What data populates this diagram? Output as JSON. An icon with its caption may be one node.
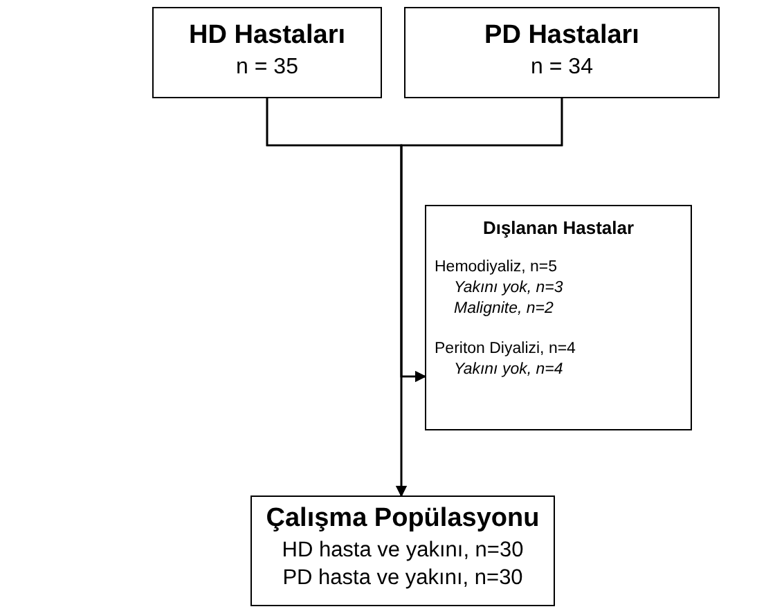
{
  "diagram": {
    "nodes": [
      {
        "text": [
          "HD Hastaları",
          "n = 35"
        ]
      },
      {
        "text": [
          "PD Hastaları",
          "n = 34"
        ]
      },
      {
        "text": [
          "Dışlanan Hastalar",
          "Hemodiyaliz, n=5",
          "Yakını yok, n=3",
          "Malignite, n=2",
          "Periton Diyalizi, n=4",
          "Yakını yok, n=4"
        ]
      },
      {
        "text": [
          "Çalışma Popülasyonu",
          "HD hasta ve yakını, n=30",
          "PD hasta ve yakını, n=30"
        ]
      }
    ],
    "edges": [
      {
        "from": 0,
        "to": 3,
        "arrow": "to"
      },
      {
        "from": 1,
        "to": 3,
        "arrow": "to"
      },
      {
        "from": 0,
        "to": 2,
        "arrow": "to"
      },
      {
        "from": 1,
        "to": 2,
        "arrow": "to"
      }
    ]
  }
}
